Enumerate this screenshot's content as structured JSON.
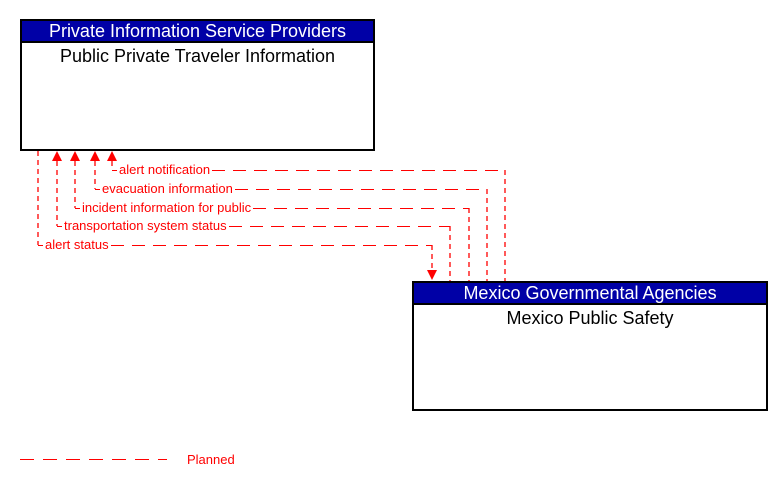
{
  "boxes": {
    "top": {
      "header": "Private Information Service Providers",
      "body": "Public Private Traveler Information"
    },
    "bottom": {
      "header": "Mexico Governmental Agencies",
      "body": "Mexico Public Safety"
    }
  },
  "flows": [
    {
      "label": "alert notification",
      "direction": "into-top-box",
      "status": "planned"
    },
    {
      "label": "evacuation information",
      "direction": "into-top-box",
      "status": "planned"
    },
    {
      "label": "incident information for public",
      "direction": "into-top-box",
      "status": "planned"
    },
    {
      "label": "transportation system status",
      "direction": "into-top-box",
      "status": "planned"
    },
    {
      "label": "alert status",
      "direction": "into-bottom-box",
      "status": "planned"
    }
  ],
  "legend": {
    "label": "Planned",
    "line_style": "dashed"
  },
  "colors": {
    "flow_planned": "#ff0000",
    "node_header_bg": "#0000a6",
    "node_header_text": "#ffffff",
    "node_border": "#000000",
    "node_body_text": "#000000",
    "background": "#ffffff"
  }
}
